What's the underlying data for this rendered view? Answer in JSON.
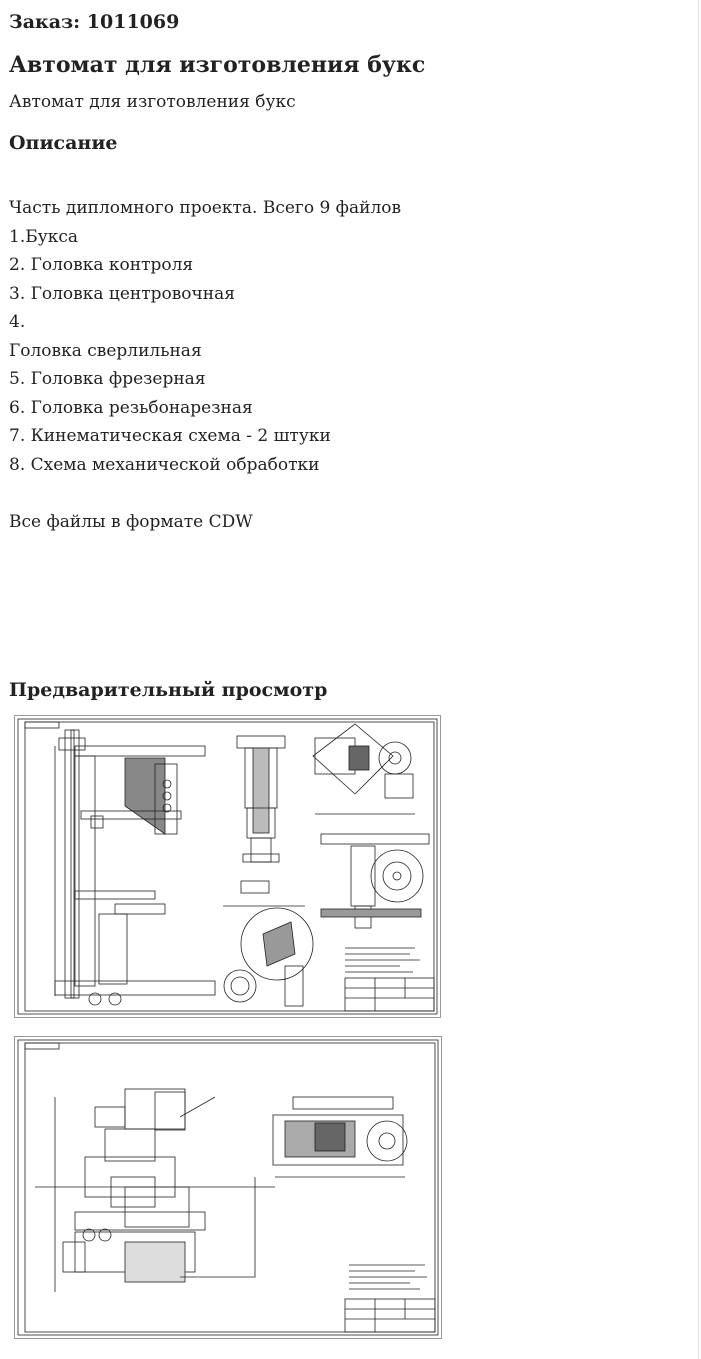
{
  "order": {
    "label": "Заказ: 1011069"
  },
  "product": {
    "title": "Автомат для изготовления букс",
    "subtitle": "Автомат для изготовления букс"
  },
  "description": {
    "heading": "Описание",
    "lines": [
      "Часть дипломного проекта. Всего 9 файлов",
      "1.Букса",
      "2. Головка контроля",
      "3. Головка центровочная",
      "4.",
      "Головка сверлильная",
      "5. Головка фрезерная",
      "6. Головка резьбонарезная",
      "7. Кинематическая схема - 2 штуки",
      "8. Схема механической обработки"
    ],
    "footer": "Все файлы в формате CDW"
  },
  "preview": {
    "heading": "Предварительный просмотр",
    "images": [
      {
        "name": "drawing-sheet-1"
      },
      {
        "name": "drawing-sheet-2"
      }
    ]
  }
}
